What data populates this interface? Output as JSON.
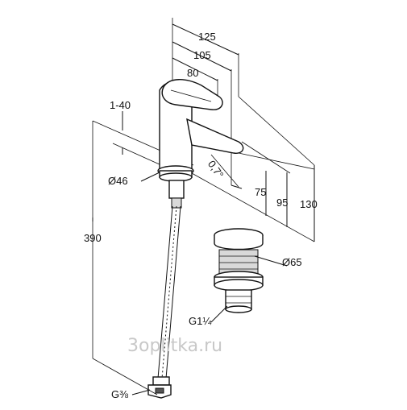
{
  "dimensions": {
    "width_total": "125",
    "width_mid": "105",
    "width_spout": "80",
    "range_small": "1-40",
    "angle": "0,7°",
    "diameter_base": "Ø46",
    "height_75": "75",
    "height_95": "95",
    "height_130": "130",
    "diameter_waste": "Ø65",
    "hose_length": "390",
    "thread_waste": "G1¼",
    "thread_hose": "G⅜"
  },
  "watermark": "3oplitka.ru",
  "colors": {
    "line": "#111111",
    "shade": "#d9d9d9",
    "watermark": "#c8c8c8"
  }
}
